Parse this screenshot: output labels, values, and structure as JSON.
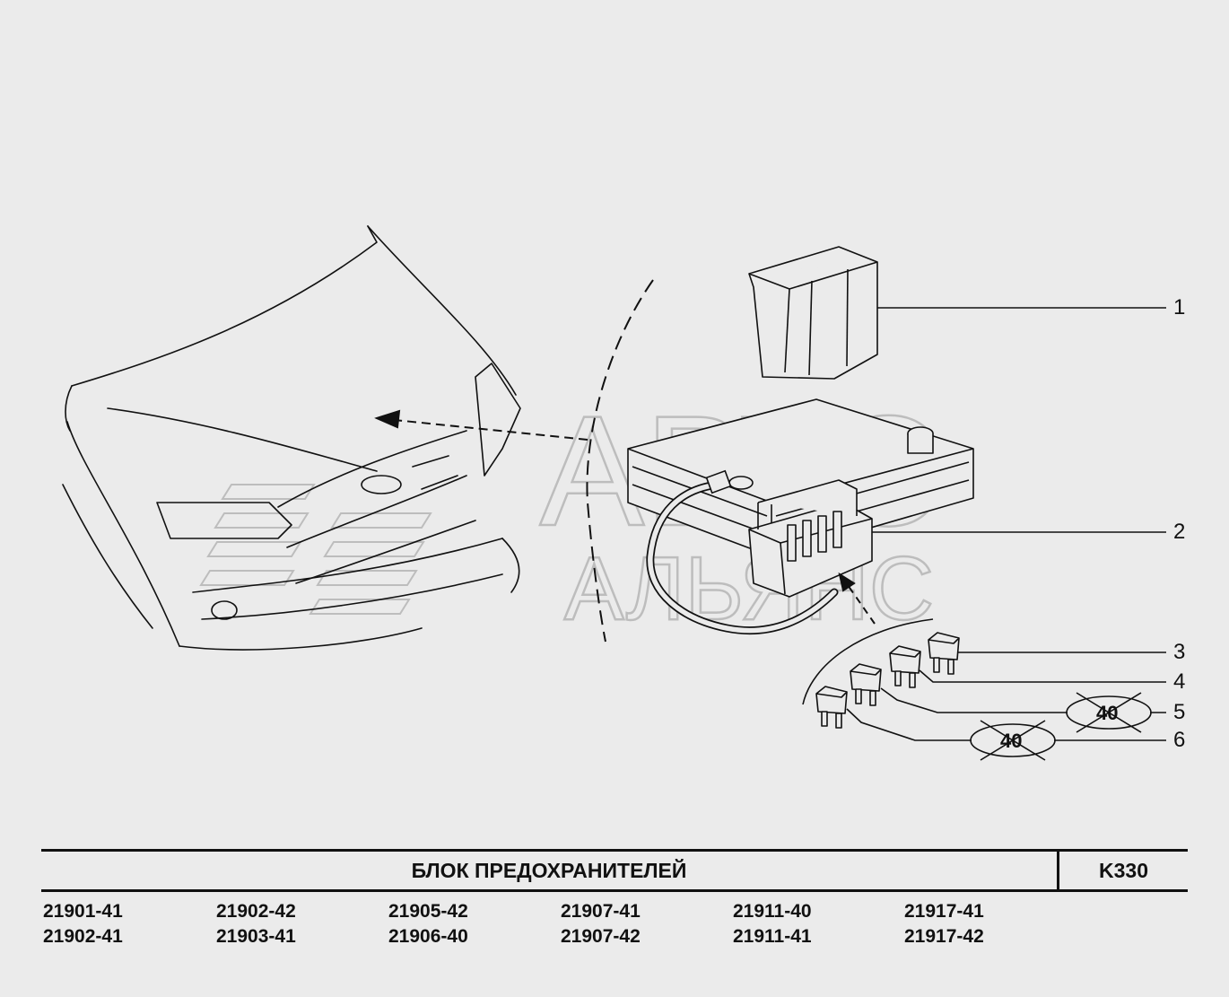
{
  "watermark": {
    "line1": "АВТО",
    "line2": "АЛЬЯНС"
  },
  "callouts": [
    "1",
    "2",
    "3",
    "4",
    "5",
    "6"
  ],
  "ellipse_labels": [
    "40",
    "40"
  ],
  "title": "БЛОК  ПРЕДОХРАНИТЕЛЕЙ",
  "page_code": "K330",
  "models": [
    [
      "21901-41",
      "21902-41"
    ],
    [
      "21902-42",
      "21903-41"
    ],
    [
      "21905-42",
      "21906-40"
    ],
    [
      "21907-41",
      "21907-42"
    ],
    [
      "21911-40",
      "21911-41"
    ],
    [
      "21917-41",
      "21917-42"
    ]
  ],
  "colors": {
    "background": "#ebebeb",
    "line": "#111111",
    "watermark": "#cfcfcf"
  },
  "icons": [
    "car-front-outline",
    "fuse-box-cover",
    "battery",
    "fuse-block",
    "fuse"
  ]
}
